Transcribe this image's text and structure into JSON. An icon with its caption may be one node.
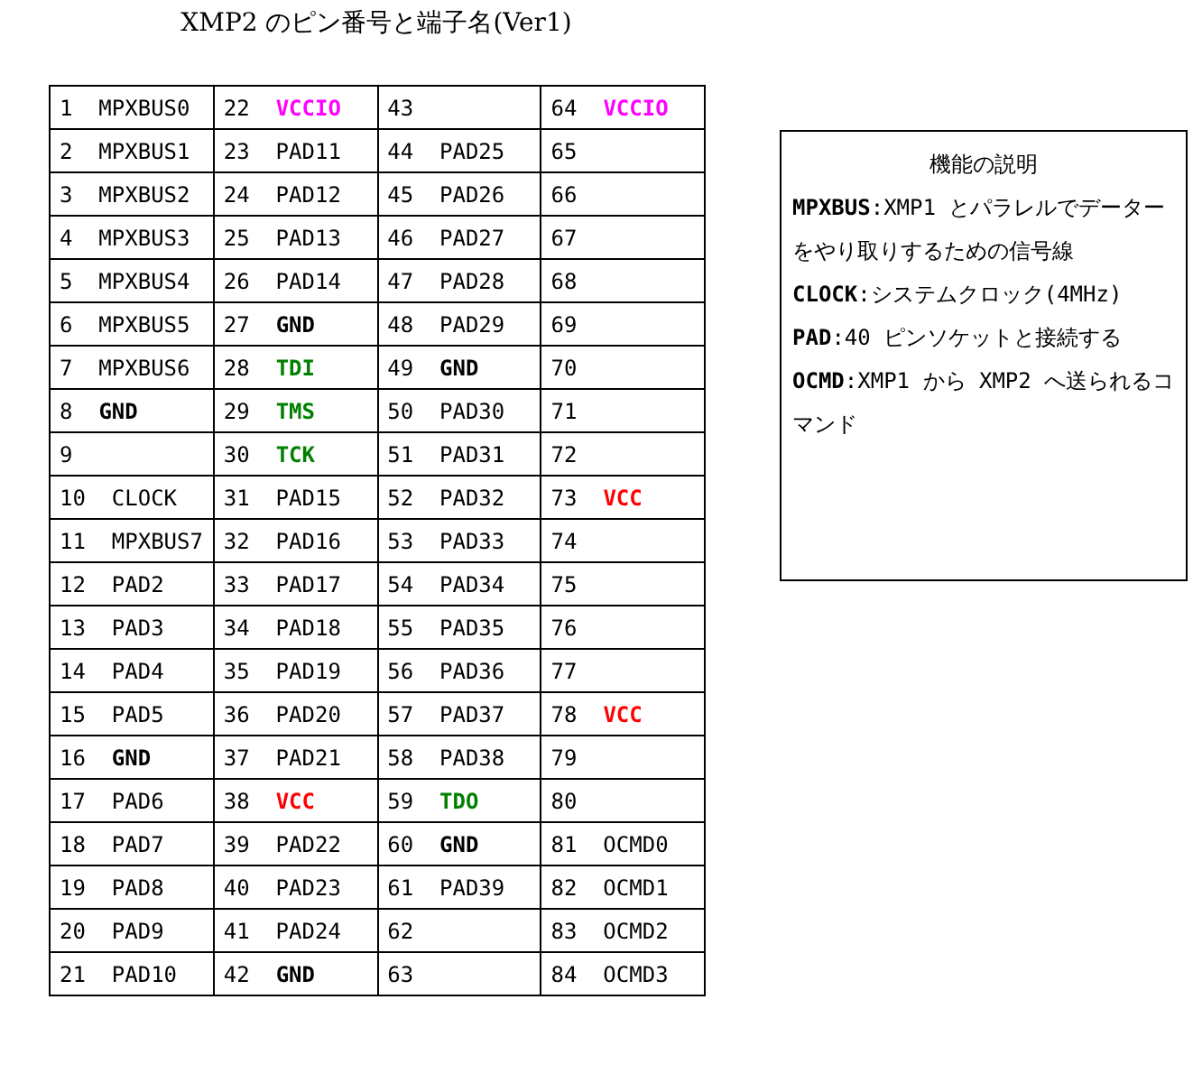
{
  "diagram": {
    "title": "XMP2 のピン番号と端子名(Ver1)",
    "nodes": [
      {
        "text": [
          "機能の説明",
          "**MPXBUS**:XMP1 とパラレルでデーターをやり取りするための信号線",
          "**CLOCK**:システムクロック(4MHz)",
          "**PAD**:40 ピンソケットと接続する",
          "**OCMD**:XMP1 から XMP2 へ送られるコマンド"
        ]
      }
    ],
    "labels": [
      "1 MPXBUS0",
      "22 **VCCIO**",
      "43",
      "64 **VCCIO**",
      "2 MPXBUS1",
      "23 PAD11",
      "44 PAD25",
      "65",
      "3 MPXBUS2",
      "24 PAD12",
      "45 PAD26",
      "66",
      "4 MPXBUS3",
      "25 PAD13",
      "46 PAD27",
      "67",
      "5 MPXBUS4",
      "26 PAD14",
      "47 PAD28",
      "68",
      "6 MPXBUS5",
      "27 **GND**",
      "48 PAD29",
      "69",
      "7 MPXBUS6",
      "28 **TDI**",
      "49 **GND**",
      "70",
      "8 **GND**",
      "29 **TMS**",
      "50 PAD30",
      "71",
      "9",
      "30 **TCK**",
      "51 PAD31",
      "72",
      "10 CLOCK",
      "31 PAD15",
      "52 PAD32",
      "73 **VCC**",
      "11 MPXBUS7",
      "32 PAD16",
      "53 PAD33",
      "74",
      "12 PAD2",
      "33 PAD17",
      "54 PAD34",
      "75",
      "13 PAD3",
      "34 PAD18",
      "55 PAD35",
      "76",
      "14 PAD4",
      "35 PAD19",
      "56 PAD36",
      "77",
      "15 PAD5",
      "36 PAD20",
      "57 PAD37",
      "78 **VCC**",
      "16 **GND**",
      "37 PAD21",
      "58 PAD38",
      "79",
      "17 PAD6",
      "38 **VCC**",
      "59 **TDO**",
      "80",
      "18 PAD7",
      "39 PAD22",
      "60 **GND**",
      "81 OCMD0",
      "19 PAD8",
      "40 PAD23",
      "61 PAD39",
      "82 OCMD1",
      "20 PAD9",
      "41 PAD24",
      "62",
      "83 OCMD2",
      "21 PAD10",
      "42 **GND**",
      "63",
      "84 OCMD3"
    ]
  }
}
